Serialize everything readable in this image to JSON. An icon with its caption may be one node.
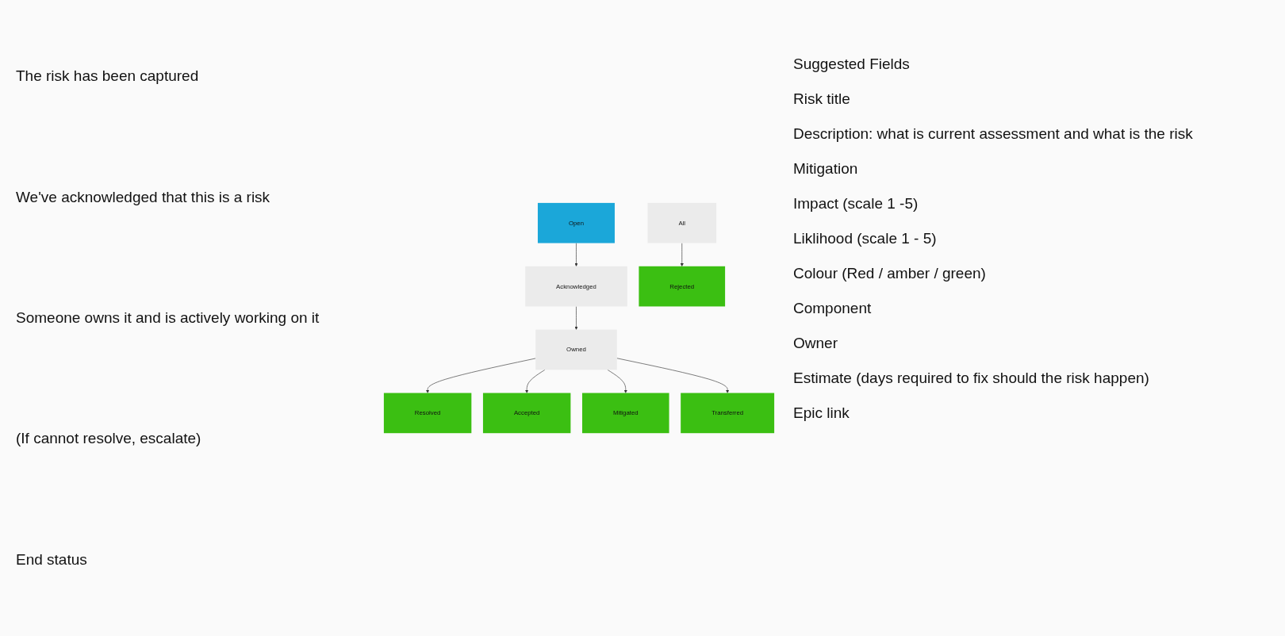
{
  "diagram": {
    "nodes": [
      {
        "text": [
          "Open"
        ]
      },
      {
        "text": [
          "Acknowledged"
        ]
      },
      {
        "text": [
          "Owned"
        ]
      },
      {
        "text": [
          "All"
        ]
      },
      {
        "text": [
          "Resolved"
        ]
      },
      {
        "text": [
          "Accepted"
        ]
      },
      {
        "text": [
          "Mitigated"
        ]
      },
      {
        "text": [
          "Transferred"
        ]
      },
      {
        "text": [
          "Rejected"
        ]
      }
    ],
    "edges": [
      {
        "from": 0,
        "to": 1,
        "arrow": "to"
      },
      {
        "from": 1,
        "to": 2,
        "arrow": "to"
      },
      {
        "from": 2,
        "to": 4,
        "arrow": "to"
      },
      {
        "from": 2,
        "to": 5,
        "arrow": "to"
      },
      {
        "from": 2,
        "to": 6,
        "arrow": "to"
      },
      {
        "from": 2,
        "to": 7,
        "arrow": "to"
      },
      {
        "from": 3,
        "to": 8,
        "arrow": "to"
      }
    ],
    "labels": [
      "The risk has been captured",
      "We've acknowledged that this is a risk",
      "Someone owns it and is actively working on it",
      "(If cannot resolve, escalate)",
      "End status",
      "Suggested Fields",
      "Risk title",
      "Description: what is current assessment and what is the risk",
      "Mitigation",
      "Impact (scale 1 -5)",
      "Liklihood (scale 1 - 5)",
      "Colour (Red / amber / green)",
      "Component",
      "Owner",
      "Estimate (days required to fix should the risk happen)",
      "Epic link"
    ]
  }
}
